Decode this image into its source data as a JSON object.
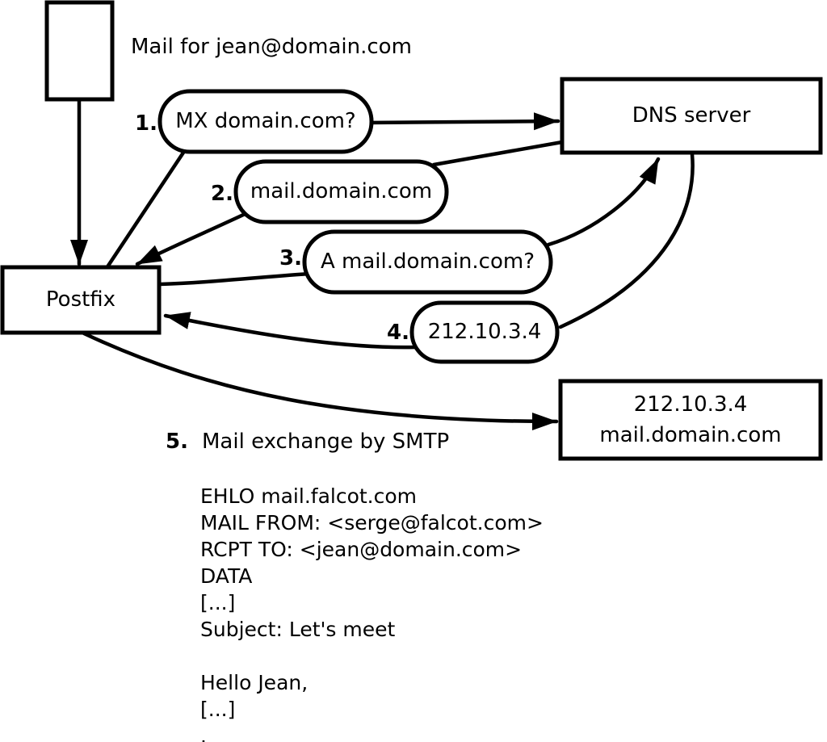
{
  "diagram": {
    "title_note": "Mail for jean@domain.com",
    "nodes": {
      "postfix": "Postfix",
      "dns_server": "DNS server",
      "mail_server_line1": "212.10.3.4",
      "mail_server_line2": "mail.domain.com"
    },
    "steps": [
      {
        "num": "1.",
        "label": "MX domain.com?"
      },
      {
        "num": "2.",
        "label": "mail.domain.com"
      },
      {
        "num": "3.",
        "label": "A mail.domain.com?"
      },
      {
        "num": "4.",
        "label": "212.10.3.4"
      },
      {
        "num": "5.",
        "label": "Mail exchange by SMTP"
      }
    ],
    "smtp_session": "EHLO mail.falcot.com\nMAIL FROM: <serge@falcot.com>\nRCPT TO: <jean@domain.com>\nDATA\n[...]\nSubject: Let's meet\n\nHello Jean,\n[...]\n.",
    "colors": {
      "stroke": "#000000",
      "background": "#ffffff"
    }
  }
}
